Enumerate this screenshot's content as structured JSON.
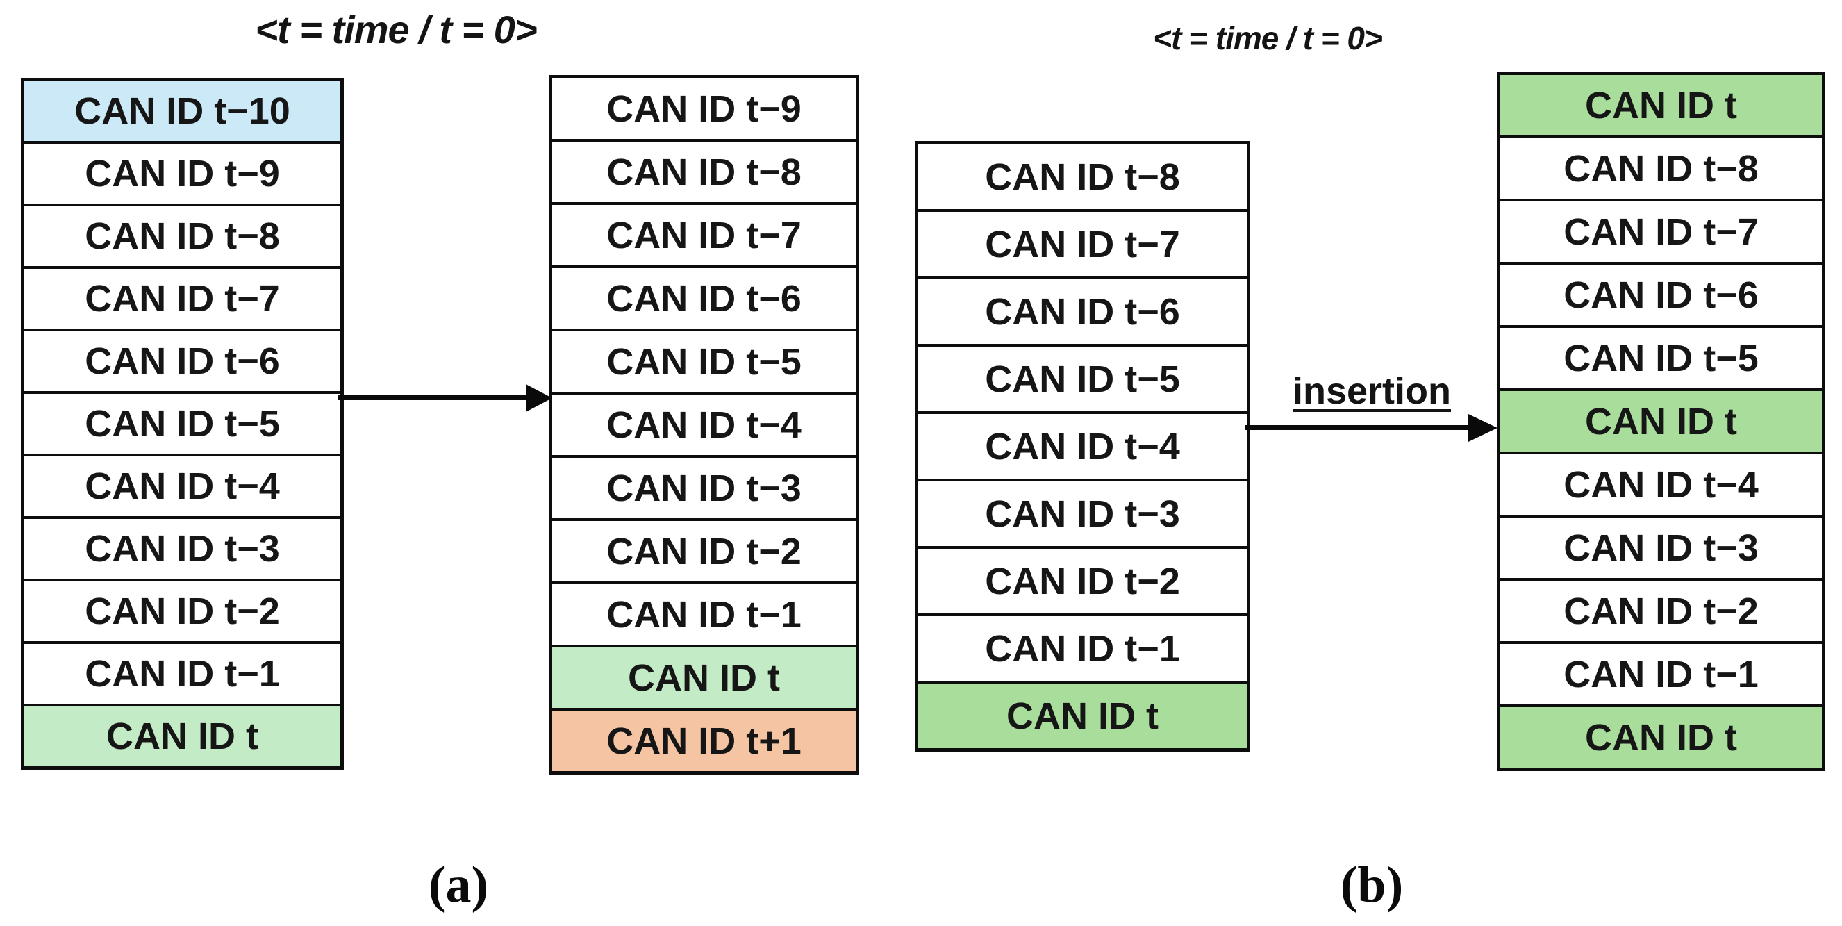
{
  "diagram": {
    "part_a": {
      "title": "<t = time / t = 0>",
      "caption": "(a)",
      "left_column": [
        {
          "label": "CAN ID t−10",
          "variant": "blue"
        },
        {
          "label": "CAN ID t−9",
          "variant": "white"
        },
        {
          "label": "CAN ID t−8",
          "variant": "white"
        },
        {
          "label": "CAN ID t−7",
          "variant": "white"
        },
        {
          "label": "CAN ID t−6",
          "variant": "white"
        },
        {
          "label": "CAN ID t−5",
          "variant": "white"
        },
        {
          "label": "CAN ID t−4",
          "variant": "white"
        },
        {
          "label": "CAN ID t−3",
          "variant": "white"
        },
        {
          "label": "CAN ID t−2",
          "variant": "white"
        },
        {
          "label": "CAN ID t−1",
          "variant": "white"
        },
        {
          "label": "CAN ID t",
          "variant": "green_light"
        }
      ],
      "right_column": [
        {
          "label": "CAN ID t−9",
          "variant": "white"
        },
        {
          "label": "CAN ID t−8",
          "variant": "white"
        },
        {
          "label": "CAN ID t−7",
          "variant": "white"
        },
        {
          "label": "CAN ID t−6",
          "variant": "white"
        },
        {
          "label": "CAN ID t−5",
          "variant": "white"
        },
        {
          "label": "CAN ID t−4",
          "variant": "white"
        },
        {
          "label": "CAN ID t−3",
          "variant": "white"
        },
        {
          "label": "CAN ID t−2",
          "variant": "white"
        },
        {
          "label": "CAN ID t−1",
          "variant": "white"
        },
        {
          "label": "CAN ID t",
          "variant": "green_light"
        },
        {
          "label": "CAN ID t+1",
          "variant": "salmon"
        }
      ]
    },
    "part_b": {
      "title": "<t = time / t = 0>",
      "caption": "(b)",
      "arrow_label": "insertion",
      "left_column": [
        {
          "label": "CAN ID t−8",
          "variant": "white"
        },
        {
          "label": "CAN ID t−7",
          "variant": "white"
        },
        {
          "label": "CAN ID t−6",
          "variant": "white"
        },
        {
          "label": "CAN ID t−5",
          "variant": "white"
        },
        {
          "label": "CAN ID t−4",
          "variant": "white"
        },
        {
          "label": "CAN ID t−3",
          "variant": "white"
        },
        {
          "label": "CAN ID t−2",
          "variant": "white"
        },
        {
          "label": "CAN ID t−1",
          "variant": "white"
        },
        {
          "label": "CAN ID t",
          "variant": "green"
        }
      ],
      "right_column": [
        {
          "label": "CAN ID t",
          "variant": "green"
        },
        {
          "label": "CAN ID t−8",
          "variant": "white"
        },
        {
          "label": "CAN ID t−7",
          "variant": "white"
        },
        {
          "label": "CAN ID t−6",
          "variant": "white"
        },
        {
          "label": "CAN ID t−5",
          "variant": "white"
        },
        {
          "label": "CAN ID t",
          "variant": "green"
        },
        {
          "label": "CAN ID t−4",
          "variant": "white"
        },
        {
          "label": "CAN ID t−3",
          "variant": "white"
        },
        {
          "label": "CAN ID t−2",
          "variant": "white"
        },
        {
          "label": "CAN ID t−1",
          "variant": "white"
        },
        {
          "label": "CAN ID t",
          "variant": "green"
        }
      ]
    },
    "colors": {
      "blue": "#cce9f7",
      "green_light": "#c3ecc6",
      "green": "#a8dd9b",
      "salmon": "#f5c5a3",
      "white": "#ffffff"
    }
  }
}
